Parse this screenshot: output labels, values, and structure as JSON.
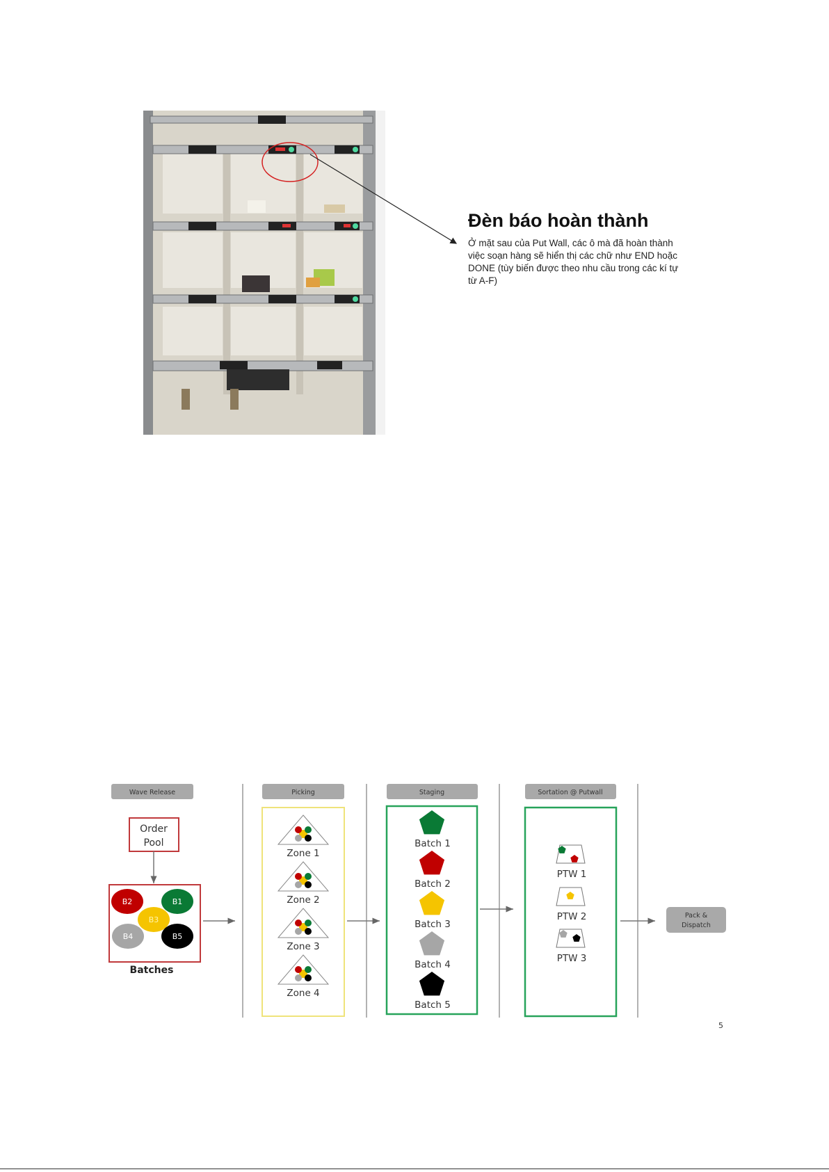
{
  "section": {
    "title": "Đèn báo hoàn thành",
    "description_lines": [
      "Ở mặt sau của Put Wall, các ô mà đã hoàn thành",
      "việc soạn hàng sẽ hiển thị các chữ như END hoặc",
      "DONE (tùy biến được theo nhu cầu trong các kí tự",
      "từ A-F)"
    ]
  },
  "diagram": {
    "stages": [
      "Wave Release",
      "Picking",
      "Staging",
      "Sortation @ Putwall"
    ],
    "order_pool": [
      "Order",
      "Pool"
    ],
    "batches_label": "Batches",
    "batches": [
      {
        "label": "B2",
        "color": "#c00000"
      },
      {
        "label": "B1",
        "color": "#0a7a35"
      },
      {
        "label": "B3",
        "color": "#f5c400"
      },
      {
        "label": "B4",
        "color": "#a6a6a6"
      },
      {
        "label": "B5",
        "color": "#000000"
      }
    ],
    "zones": [
      "Zone 1",
      "Zone 2",
      "Zone 3",
      "Zone 4"
    ],
    "staging": [
      {
        "label": "Batch 1",
        "color": "#0a7a35"
      },
      {
        "label": "Batch 2",
        "color": "#c00000"
      },
      {
        "label": "Batch 3",
        "color": "#f5c400"
      },
      {
        "label": "Batch 4",
        "color": "#a6a6a6"
      },
      {
        "label": "Batch 5",
        "color": "#000000"
      }
    ],
    "putwalls": [
      "PTW 1",
      "PTW 2",
      "PTW 3"
    ],
    "pack_dispatch": [
      "Pack &",
      "Dispatch"
    ],
    "page_number": "5"
  }
}
